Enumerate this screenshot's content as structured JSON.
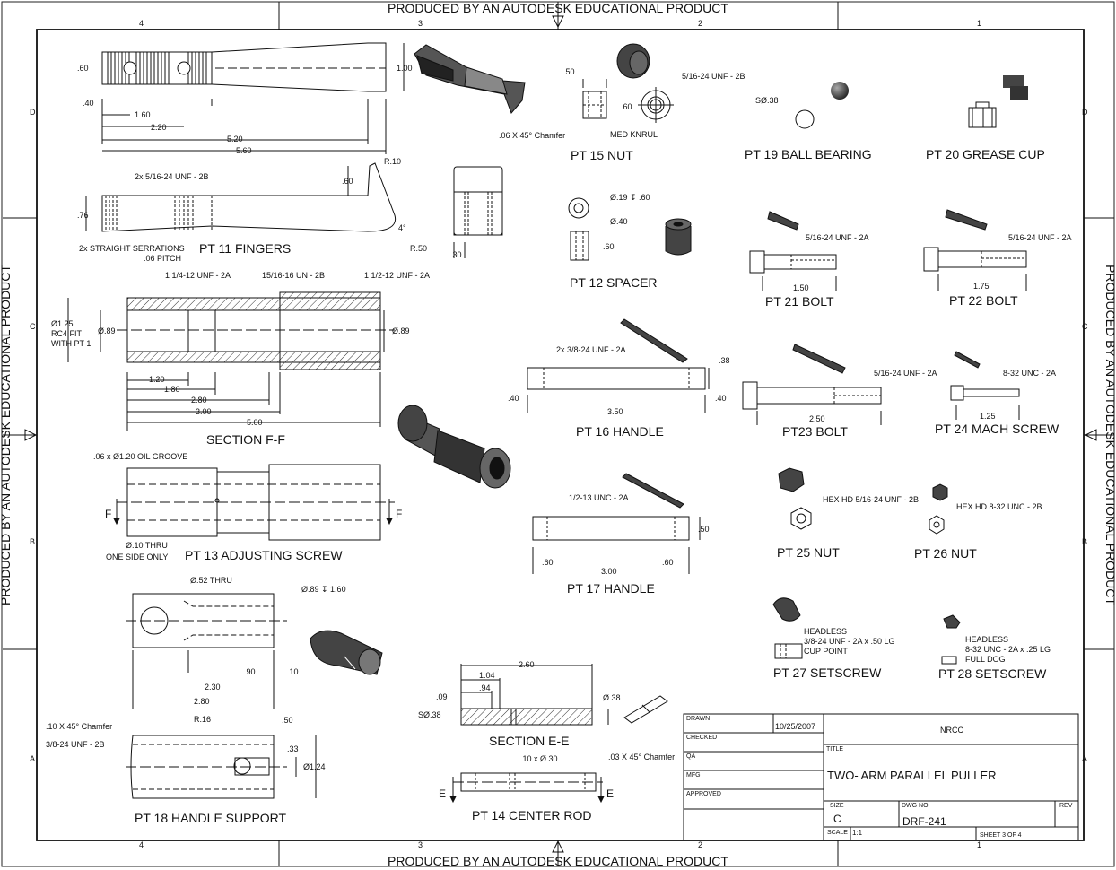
{
  "watermark": "PRODUCED BY AN AUTODESK EDUCATIONAL PRODUCT",
  "zones": {
    "cols": [
      "4",
      "3",
      "2",
      "1"
    ],
    "rows": [
      "D",
      "C",
      "B",
      "A"
    ]
  },
  "parts": {
    "pt11": "PT 11 FINGERS",
    "pt12": "PT 12 SPACER",
    "pt13": "PT 13 ADJUSTING SCREW",
    "pt14": "PT 14 CENTER ROD",
    "pt15": "PT 15 NUT",
    "pt16": "PT 16 HANDLE",
    "pt17": "PT 17 HANDLE",
    "pt18": "PT 18 HANDLE SUPPORT",
    "pt19": "PT 19 BALL BEARING",
    "pt20": "PT 20 GREASE CUP",
    "pt21": "PT 21 BOLT",
    "pt22": "PT 22 BOLT",
    "pt23": "PT23 BOLT",
    "pt24": "PT 24 MACH SCREW",
    "pt25": "PT 25 NUT",
    "pt26": "PT 26 NUT",
    "pt27": "PT 27 SETSCREW",
    "pt28": "PT 28 SETSCREW",
    "secFF": "SECTION  F-F",
    "secEE": "SECTION  E-E"
  },
  "dims": {
    "d060": ".60",
    "d100": "1.00",
    "d040": ".40",
    "d160": "1.60",
    "d220": "2.20",
    "d520": "5.20",
    "d560": "5.60",
    "thread_2x": "2x 5/16-24 UNF - 2B",
    "r10": "R.10",
    "d060b": ".60",
    "d076": ".76",
    "deg4": "4°",
    "r50": "R.50",
    "serr1": "2x STRAIGHT SERRATIONS",
    "serr2": ".06 PITCH",
    "nut_50": ".50",
    "nut_thread": "5/16-24 UNF - 2B",
    "nut_60": ".60",
    "nut_chamfer": ".06 X 45° Chamfer",
    "nut_knurl": "MED KNRUL",
    "sp_hole": "Ø.19 ↧ .60",
    "sp_dia": "Ø.40",
    "sp_60": ".60",
    "sp_30": ".30",
    "bb_sd": "SØ.38",
    "b21_thread": "5/16-24 UNF - 2A",
    "b21_len": "1.50",
    "b22_thread": "5/16-24 UNF - 2A",
    "b22_len": "1.75",
    "ff_t1": "1 1/4-12 UNF - 2A",
    "ff_t2": "15/16-16 UN - 2B",
    "ff_t3": "1 1/2-12 UNF - 2A",
    "ff_fit1": "Ø1.25",
    "ff_fit2": "RC4 FIT",
    "ff_fit3": "WITH PT 1",
    "ff_d89": "Ø.89",
    "ff_d89b": "Ø.89",
    "ff_120": "1.20",
    "ff_180": "1.80",
    "ff_280": "2.80",
    "ff_300": "3.00",
    "ff_500": "5.00",
    "h16_thread": "2x 3/8-24 UNF - 2A",
    "h16_38": ".38",
    "h16_40a": ".40",
    "h16_40b": ".40",
    "h16_350": "3.50",
    "b23_thread": "5/16-24 UNF - 2A",
    "b23_len": "2.50",
    "ms_thread": "8-32 UNC - 2A",
    "ms_len": "1.25",
    "as_groove": ".06 x Ø1.20 OIL GROOVE",
    "as_F1": "F",
    "as_F2": "F",
    "as_thru1": "Ø.10 THRU",
    "as_thru2": "ONE SIDE ONLY",
    "h17_thread": "1/2-13 UNC - 2A",
    "h17_50": ".50",
    "h17_60a": ".60",
    "h17_60b": ".60",
    "h17_300": "3.00",
    "n25_hex": "HEX HD 5/16-24 UNF - 2B",
    "n26_hex": "HEX HD 8-32 UNC - 2B",
    "hs_thru": "Ø.52 THRU",
    "hs_89": "Ø.89 ↧ 1.60",
    "hs_90": ".90",
    "hs_10": ".10",
    "hs_230": "2.30",
    "hs_280": "2.80",
    "hs_chamfer": ".10 X 45° Chamfer",
    "hs_thread": "3/8-24 UNF - 2B",
    "hs_r16": "R.16",
    "hs_50": ".50",
    "hs_33": ".33",
    "hs_124": "Ø1.24",
    "s27_1": "HEADLESS",
    "s27_2": "3/8-24 UNF - 2A x .50 LG",
    "s27_3": "CUP POINT",
    "s28_1": "HEADLESS",
    "s28_2": "8-32 UNC - 2A x .25 LG",
    "s28_3": "FULL DOG",
    "ee_260": "2.60",
    "ee_104": "1.04",
    "ee_94": ".94",
    "ee_09": ".09",
    "ee_sd": "SØ.38",
    "ee_d38": "Ø.38",
    "cr_groove": ".10 x Ø.30",
    "cr_chamfer": ".03 X 45° Chamfer",
    "cr_E1": "E",
    "cr_E2": "E"
  },
  "title_block": {
    "drawn_label": "DRAWN",
    "drawn_date": "10/25/2007",
    "org": "NRCC",
    "checked_label": "CHECKED",
    "qa_label": "QA",
    "mfg_label": "MFG",
    "approved_label": "APPROVED",
    "title_label": "TITLE",
    "title": "TWO- ARM PARALLEL PULLER",
    "size_label": "SIZE",
    "size": "C",
    "dwg_label": "DWG NO",
    "dwg": "DRF-241",
    "rev_label": "REV",
    "scale_label": "SCALE",
    "scale": "1:1",
    "sheet": "SHEET 3  OF 4"
  }
}
